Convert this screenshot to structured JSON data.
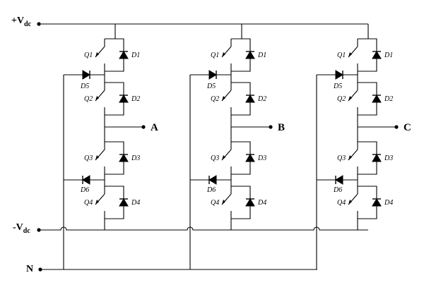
{
  "rails": {
    "pos": {
      "main": "+V",
      "sub": "dc"
    },
    "neg": {
      "main": "-V",
      "sub": "dc"
    },
    "neutral": "N"
  },
  "legs": [
    {
      "output": "A",
      "labels": {
        "q1": "Q1",
        "q2": "Q2",
        "q3": "Q3",
        "q4": "Q4",
        "d1": "D1",
        "d2": "D2",
        "d3": "D3",
        "d4": "D4",
        "d5": "D5",
        "d6": "D6"
      }
    },
    {
      "output": "B",
      "labels": {
        "q1": "Q1",
        "q2": "Q2",
        "q3": "Q3",
        "q4": "Q4",
        "d1": "D1",
        "d2": "D2",
        "d3": "D3",
        "d4": "D4",
        "d5": "D5",
        "d6": "D6"
      }
    },
    {
      "output": "C",
      "labels": {
        "q1": "Q1",
        "q2": "Q2",
        "q3": "Q3",
        "q4": "Q4",
        "d1": "D1",
        "d2": "D2",
        "d3": "D3",
        "d4": "D4",
        "d5": "D5",
        "d6": "D6"
      }
    }
  ]
}
